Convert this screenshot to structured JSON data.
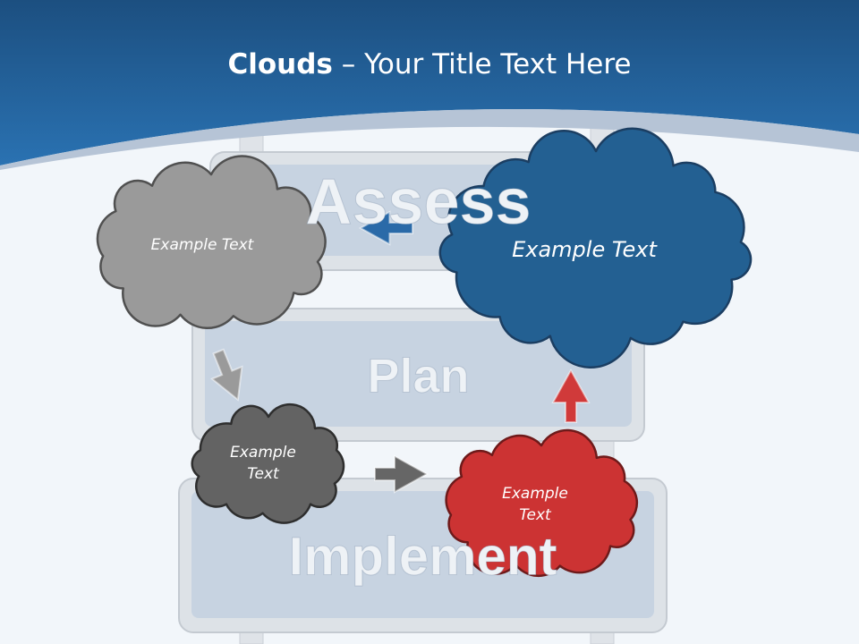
{
  "title": {
    "bold": "Clouds",
    "rest": " – Your Title Text Here"
  },
  "signs": [
    {
      "label": "Assess"
    },
    {
      "label": "Plan"
    },
    {
      "label": "Implement"
    }
  ],
  "clouds": [
    {
      "id": "gray",
      "text": "Example Text",
      "fill": "#9a9a9a",
      "stroke": "#505050"
    },
    {
      "id": "blue",
      "text": "Example Text",
      "fill": "#236092",
      "stroke": "#1b3e62"
    },
    {
      "id": "dark",
      "text": "Example Text",
      "fill": "#636363",
      "stroke": "#2e2e2e"
    },
    {
      "id": "red",
      "text": "Example Text",
      "fill": "#cc3333",
      "stroke": "#6e1a1a"
    }
  ],
  "arrows": [
    {
      "direction": "left",
      "color": "#2a6aa8"
    },
    {
      "direction": "down-right",
      "color": "#9a9a9a"
    },
    {
      "direction": "right",
      "color": "#666666"
    },
    {
      "direction": "up",
      "color": "#d03a3a"
    }
  ],
  "colors": {
    "header": "#22639f",
    "sign_fill": "#c7d3e1",
    "sign_frame": "#dde2e7",
    "background": "#f2f6fa"
  }
}
